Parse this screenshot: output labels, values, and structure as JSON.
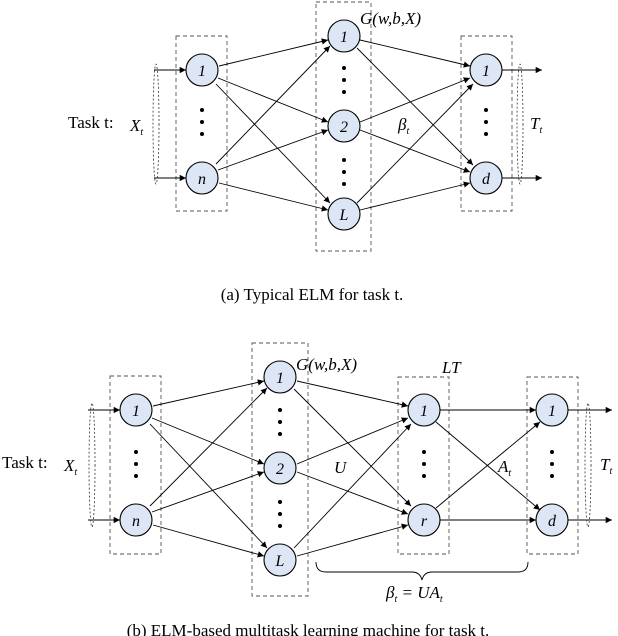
{
  "figure_a": {
    "input_nodes": [
      "1",
      "n"
    ],
    "hidden_nodes": [
      "1",
      "2",
      "L"
    ],
    "output_nodes": [
      "1",
      "d"
    ],
    "task_label": "Task t:",
    "input_label": "X",
    "input_sub": "t",
    "hidden_fn": "G(w,b,X)",
    "weights_label": "β",
    "weights_sub": "t",
    "output_label": "T",
    "output_sub": "t",
    "caption": "(a)  Typical ELM for task t."
  },
  "figure_b": {
    "input_nodes": [
      "1",
      "n"
    ],
    "hidden_nodes": [
      "1",
      "2",
      "L"
    ],
    "latent_nodes": [
      "1",
      "r"
    ],
    "output_nodes": [
      "1",
      "d"
    ],
    "task_label": "Task t:",
    "input_label": "X",
    "input_sub": "t",
    "hidden_fn": "G(w,b,X)",
    "latent_label": "LT",
    "u_label": "U",
    "a_label": "A",
    "a_sub": "t",
    "output_label": "T",
    "output_sub": "t",
    "factor_label_lhs": "β",
    "factor_label_sub": "t",
    "factor_label_rhs": " = UA",
    "factor_label_rhs_sub": "t",
    "caption": "(b)  ELM-based multitask learning machine for task t."
  }
}
